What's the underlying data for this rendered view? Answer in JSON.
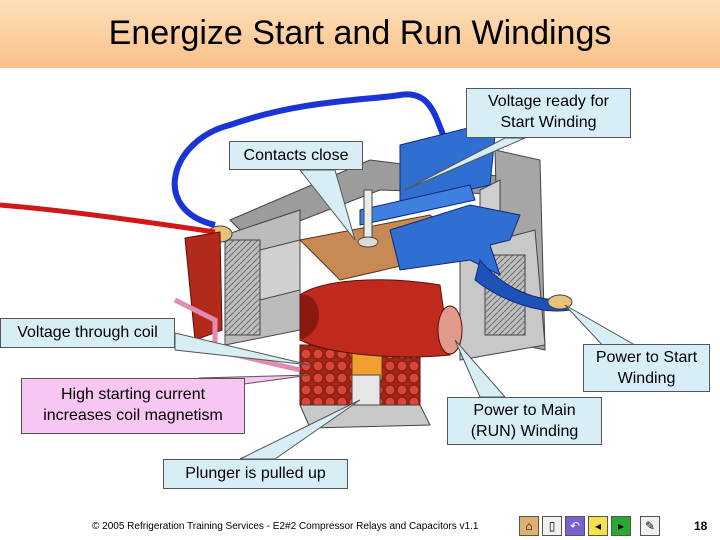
{
  "title": "Energize Start and Run Windings",
  "callouts": {
    "voltage_ready": "Voltage ready for Start Winding",
    "contacts_close": "Contacts close",
    "voltage_coil": "Voltage through coil",
    "high_current": "High starting current increases coil magnetism",
    "power_start": "Power to Start Winding",
    "power_main": "Power to Main (RUN) Winding",
    "plunger": "Plunger is pulled up"
  },
  "footer": "© 2005 Refrigeration Training Services - E2#2 Compressor Relays and Capacitors v1.1",
  "page_number": "18",
  "colors": {
    "title_bg": "#f9c08a",
    "callout_blue": "#d7eef7",
    "callout_pink": "#f7c6f3",
    "wire_blue": "#1a34d6",
    "wire_red": "#d01818",
    "coil_red": "#c02a1e",
    "contact_blue": "#2f6fd2"
  },
  "nav_icons": [
    "home-icon",
    "page-icon",
    "return-icon",
    "prev-icon",
    "next-icon",
    "pen-icon"
  ]
}
